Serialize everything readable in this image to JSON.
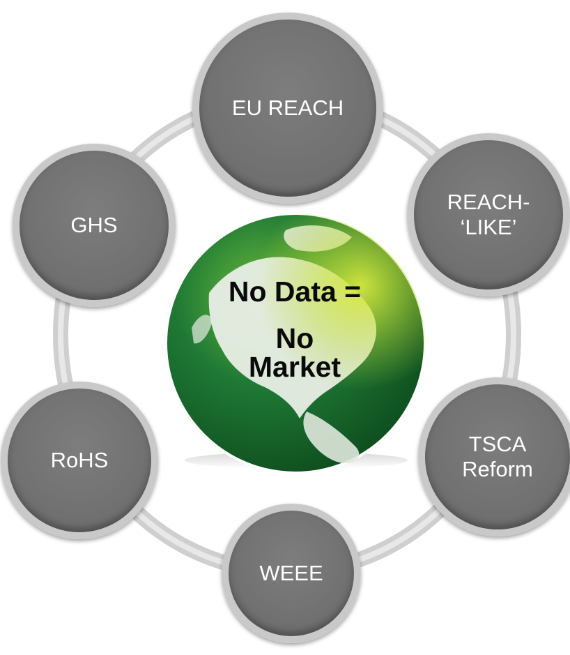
{
  "diagram": {
    "center": {
      "label_lines": [
        "No Data =",
        "No",
        "Market"
      ],
      "globe_colors": {
        "ocean": "#1f7a35",
        "ocean_dark": "#0d4a1d",
        "land": "#e9eee6",
        "highlight": "#b7d531"
      }
    },
    "ring_color": "#cfcfcf",
    "node_fill": "#6f6f6f",
    "node_border": "#c9c9c9",
    "nodes": [
      {
        "id": "eu-reach",
        "label": "EU REACH"
      },
      {
        "id": "reach-like",
        "label": "REACH-\n‘LIKE’"
      },
      {
        "id": "tsca-reform",
        "label": "TSCA\nReform"
      },
      {
        "id": "weee",
        "label": "WEEE"
      },
      {
        "id": "rohs",
        "label": "RoHS"
      },
      {
        "id": "ghs",
        "label": "GHS"
      }
    ]
  }
}
